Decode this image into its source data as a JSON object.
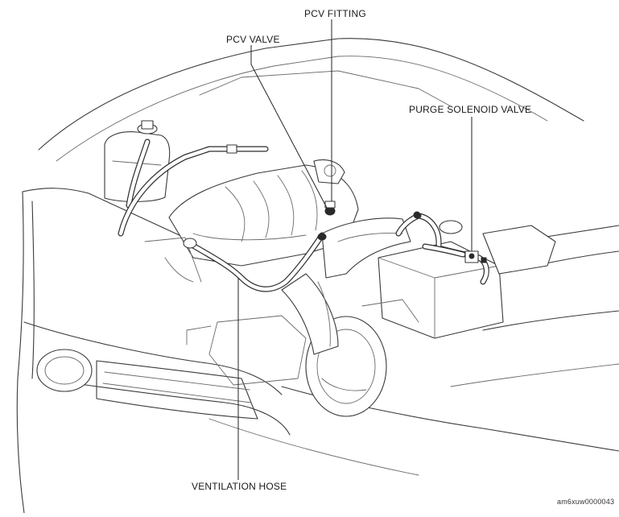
{
  "diagram": {
    "labels": {
      "pcv_fitting": "PCV FITTING",
      "pcv_valve": "PCV VALVE",
      "purge_solenoid_valve": "PURGE SOLENOID VALVE",
      "ventilation_hose": "VENTILATION HOSE"
    },
    "figure_code": "am6xuw0000043"
  }
}
